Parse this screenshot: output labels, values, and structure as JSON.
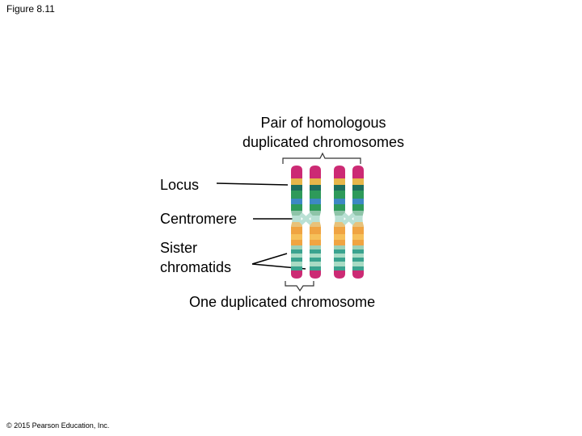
{
  "figure_label": "Figure 8.11",
  "title": {
    "line1": "Pair of homologous",
    "line2": "duplicated chromosomes"
  },
  "labels": {
    "locus": "Locus",
    "centromere": "Centromere",
    "sister_line1": "Sister",
    "sister_line2": "chromatids",
    "one_duplicated": "One duplicated chromosome"
  },
  "copyright": "© 2015 Pearson Education, Inc.",
  "colors": {
    "tip": "#cc2a74",
    "green": "#2e9a5a",
    "blue": "#3d88c4",
    "orange": "#f0a442",
    "centromere": "#b9e0d4",
    "teal": "#3aa38f",
    "pale_green": "#a8dbc4",
    "line": "#000000",
    "bracket": "#333333"
  }
}
